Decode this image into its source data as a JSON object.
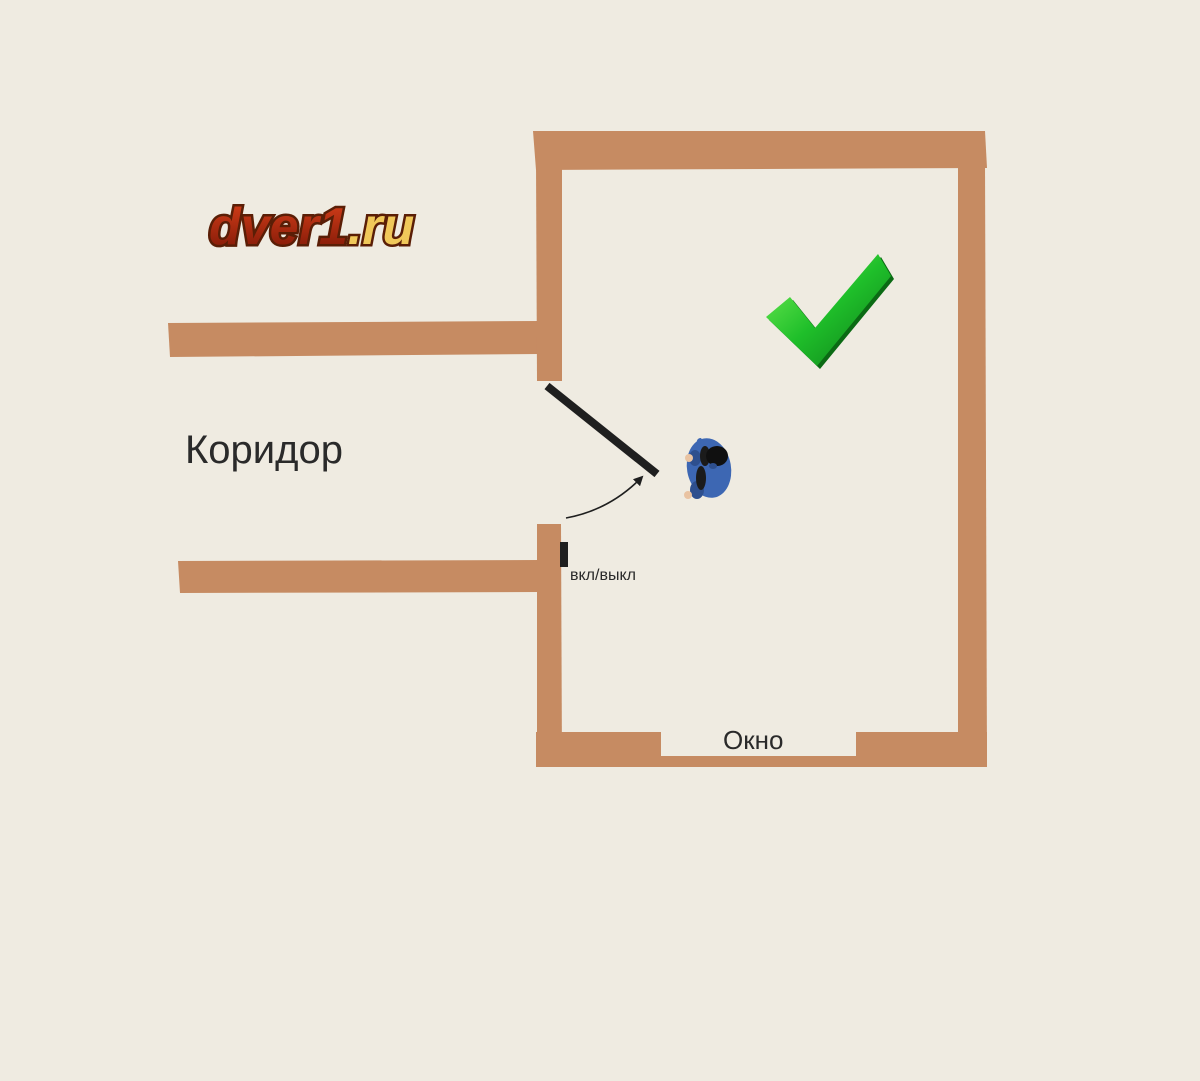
{
  "logo": {
    "text_main": "dver1",
    "text_suffix": ".ru"
  },
  "labels": {
    "corridor": "Коридор",
    "switch": "вкл/выкл",
    "window": "Окно"
  },
  "icons": {
    "checkmark": "checkmark-icon",
    "person": "person-topdown-icon"
  },
  "colors": {
    "background": "#efebe1",
    "wall": "#c68b62",
    "door": "#1f1f1f",
    "check_green": "#1fbf2a",
    "person_blue": "#3d67b3",
    "logo_red": "#b82a0a",
    "logo_gold": "#f0c85a"
  }
}
